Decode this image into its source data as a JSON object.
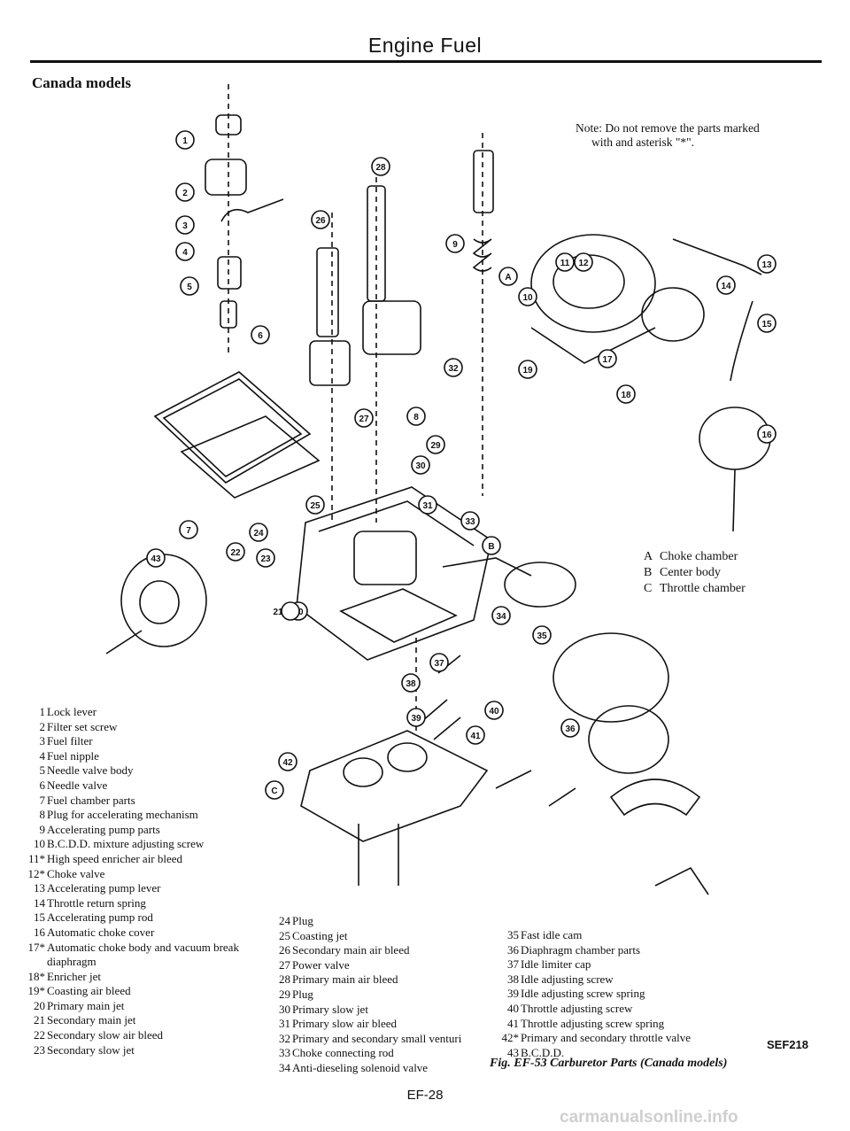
{
  "header": {
    "title": "Engine Fuel"
  },
  "section": {
    "title": "Canada models"
  },
  "note": {
    "line1": "Note: Do not remove the parts marked",
    "line2": "with and asterisk \"*\"."
  },
  "legend_abc": [
    {
      "key": "A",
      "label": "Choke chamber"
    },
    {
      "key": "B",
      "label": "Center body"
    },
    {
      "key": "C",
      "label": "Throttle chamber"
    }
  ],
  "callouts": [
    "1",
    "2",
    "3",
    "4",
    "5",
    "6",
    "7",
    "8",
    "9",
    "10",
    "11",
    "12",
    "13",
    "14",
    "15",
    "16",
    "17",
    "18",
    "19",
    "20",
    "21",
    "22",
    "23",
    "24",
    "25",
    "26",
    "27",
    "28",
    "29",
    "30",
    "31",
    "32",
    "33",
    "34",
    "35",
    "36",
    "37",
    "38",
    "39",
    "40",
    "41",
    "42",
    "43",
    "A",
    "B",
    "C"
  ],
  "parts_col1": [
    {
      "num": "1",
      "text": "Lock lever"
    },
    {
      "num": "2",
      "text": "Filter set screw"
    },
    {
      "num": "3",
      "text": "Fuel filter"
    },
    {
      "num": "4",
      "text": "Fuel nipple"
    },
    {
      "num": "5",
      "text": "Needle valve body"
    },
    {
      "num": "6",
      "text": "Needle valve"
    },
    {
      "num": "7",
      "text": "Fuel chamber parts"
    },
    {
      "num": "8",
      "text": "Plug for accelerating mechanism"
    },
    {
      "num": "9",
      "text": "Accelerating pump parts"
    },
    {
      "num": "10",
      "text": "B.C.D.D. mixture adjusting screw"
    },
    {
      "num": "11*",
      "text": "High speed enricher air bleed"
    },
    {
      "num": "12*",
      "text": "Choke valve"
    },
    {
      "num": "13",
      "text": "Accelerating pump lever"
    },
    {
      "num": "14",
      "text": "Throttle return spring"
    },
    {
      "num": "15",
      "text": "Accelerating pump rod"
    },
    {
      "num": "16",
      "text": "Automatic choke cover"
    },
    {
      "num": "17*",
      "text": "Automatic choke body and vacuum break diaphragm"
    },
    {
      "num": "18*",
      "text": "Enricher jet"
    },
    {
      "num": "19*",
      "text": "Coasting air bleed"
    },
    {
      "num": "20",
      "text": "Primary main jet"
    },
    {
      "num": "21",
      "text": "Secondary main jet"
    },
    {
      "num": "22",
      "text": "Secondary slow air bleed"
    },
    {
      "num": "23",
      "text": "Secondary slow jet"
    }
  ],
  "parts_col2": [
    {
      "num": "24",
      "text": "Plug"
    },
    {
      "num": "25",
      "text": "Coasting jet"
    },
    {
      "num": "26",
      "text": "Secondary main air bleed"
    },
    {
      "num": "27",
      "text": "Power valve"
    },
    {
      "num": "28",
      "text": "Primary main air bleed"
    },
    {
      "num": "29",
      "text": "Plug"
    },
    {
      "num": "30",
      "text": "Primary slow jet"
    },
    {
      "num": "31",
      "text": "Primary slow air bleed"
    },
    {
      "num": "32",
      "text": "Primary and secondary small venturi"
    },
    {
      "num": "33",
      "text": "Choke connecting rod"
    },
    {
      "num": "34",
      "text": "Anti-dieseling solenoid valve"
    }
  ],
  "parts_col3": [
    {
      "num": "35",
      "text": "Fast idle cam"
    },
    {
      "num": "36",
      "text": "Diaphragm chamber parts"
    },
    {
      "num": "37",
      "text": "Idle limiter cap"
    },
    {
      "num": "38",
      "text": "Idle adjusting screw"
    },
    {
      "num": "39",
      "text": "Idle adjusting screw spring"
    },
    {
      "num": "40",
      "text": "Throttle adjusting screw"
    },
    {
      "num": "41",
      "text": "Throttle adjusting screw spring"
    },
    {
      "num": "42*",
      "text": "Primary and secondary throttle valve"
    },
    {
      "num": "43",
      "text": "B.C.D.D."
    }
  ],
  "figure": {
    "code": "SEF218",
    "caption": "Fig. EF-53 Carburetor Parts (Canada models)"
  },
  "footer": {
    "page_number": "EF-28",
    "watermark": "carmanualsonline.info"
  }
}
